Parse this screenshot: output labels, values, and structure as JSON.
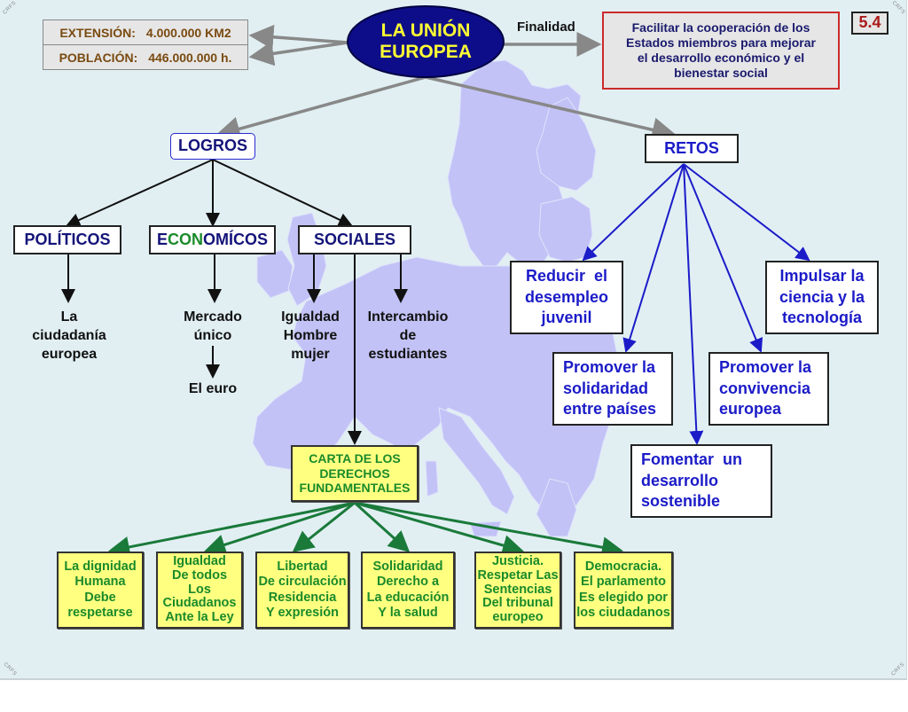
{
  "slide_number": "5.4",
  "root": {
    "line1": "LA UNIÓN",
    "line2": "EUROPEA"
  },
  "facts": {
    "extension_label": "EXTENSIÓN:",
    "extension_value": "4.000.000 KM2",
    "population_label": "POBLACIÓN:",
    "population_value": "446.000.000 h."
  },
  "purpose": {
    "label": "Finalidad",
    "lines": [
      "Facilitar la cooperación de los",
      "Estados miembros para mejorar",
      "el desarrollo económico y el",
      "bienestar social"
    ]
  },
  "logros": {
    "title": "LOGROS",
    "categories": {
      "politicos": {
        "title": "POLÍTICOS",
        "items": [
          [
            "La",
            "ciudadanía",
            "europea"
          ]
        ]
      },
      "economicos": {
        "title_parts": [
          "E",
          "CON",
          "OMÍCOS"
        ],
        "items": [
          [
            "Mercado",
            "único"
          ],
          [
            "El euro"
          ]
        ]
      },
      "sociales": {
        "title": "SOCIALES",
        "items": [
          [
            "Igualdad",
            "Hombre",
            "mujer"
          ],
          [
            "Intercambio",
            "de",
            "estudiantes"
          ]
        ]
      }
    },
    "carta": {
      "lines": [
        "CARTA DE LOS",
        "DERECHOS",
        "FUNDAMENTALES"
      ],
      "rights": [
        [
          "La dignidad",
          "Humana",
          "Debe",
          "respetarse"
        ],
        [
          "Igualdad",
          "De todos",
          "Los",
          "Ciudadanos",
          "Ante la Ley"
        ],
        [
          "Libertad",
          "De circulación",
          "Residencia",
          "Y expresión"
        ],
        [
          "Solidaridad",
          "Derecho a",
          "La educación",
          "Y la salud"
        ],
        [
          "Justicia.",
          "Respetar Las",
          "Sentencias",
          "Del tribunal",
          "europeo"
        ],
        [
          "Democracia.",
          "El parlamento",
          "Es elegido por",
          "los ciudadanos"
        ]
      ]
    }
  },
  "retos": {
    "title": "RETOS",
    "items": [
      [
        "Reducir  el",
        "desempleo",
        "juvenil"
      ],
      [
        "Promover la",
        "solidaridad",
        "entre países"
      ],
      [
        "Fomentar  un",
        "desarrollo",
        "sostenible"
      ],
      [
        "Promover la",
        "convivencia",
        "europea"
      ],
      [
        "Impulsar la",
        "ciencia y la",
        "tecnología"
      ]
    ]
  },
  "corner_marks": [
    "CRFS",
    "CRFS",
    "CRFS",
    "CRFS"
  ],
  "colors": {
    "background": "#e1eff3",
    "map": "#c2c2f6",
    "root_fill": "#0d0d8a",
    "root_text": "#ffff33",
    "facts_text": "#7a4a10",
    "purpose_border": "#cc2a2a",
    "purpose_text": "#1a1a6e",
    "retos_text": "#1b1bc8",
    "carta_text": "#1a8a2a",
    "carta_fill": "#ffff80",
    "green_link": "#1a7a3a",
    "grey_link": "#888888",
    "slide_number": "#aa1a1a"
  }
}
